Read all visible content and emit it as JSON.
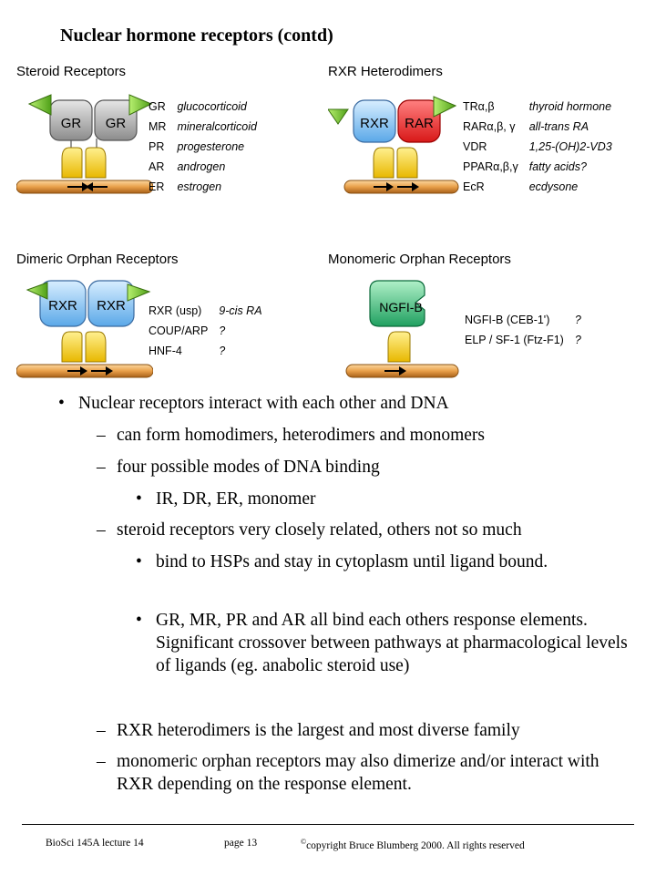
{
  "slide_title": "Nuclear hormone receptors (contd)",
  "panels": {
    "steroid": {
      "title": "Steroid Receptors",
      "left_receptor": "GR",
      "right_receptor": "GR",
      "rows": [
        {
          "receptor": "GR",
          "ligand": "glucocorticoid"
        },
        {
          "receptor": "MR",
          "ligand": "mineralcorticoid"
        },
        {
          "receptor": "PR",
          "ligand": "progesterone"
        },
        {
          "receptor": "AR",
          "ligand": "androgen"
        },
        {
          "receptor": "ER",
          "ligand": "estrogen"
        }
      ]
    },
    "rxr_hetero": {
      "title": "RXR Heterodimers",
      "left_receptor": "RXR",
      "right_receptor": "RAR",
      "rows": [
        {
          "receptor": "TRα,β",
          "ligand": "thyroid hormone"
        },
        {
          "receptor": "RARα,β, γ",
          "ligand": "all-trans RA"
        },
        {
          "receptor": "VDR",
          "ligand": "1,25-(OH)2-VD3"
        },
        {
          "receptor": "PPARα,β,γ",
          "ligand": "fatty acids?"
        },
        {
          "receptor": "EcR",
          "ligand": "ecdysone"
        }
      ]
    },
    "dimeric_orphan": {
      "title": "Dimeric Orphan Receptors",
      "left_receptor": "RXR",
      "right_receptor": "RXR",
      "rows": [
        {
          "receptor": "RXR  (usp)",
          "ligand": "9-cis RA"
        },
        {
          "receptor": "COUP/ARP",
          "ligand": "?"
        },
        {
          "receptor": "HNF-4",
          "ligand": "?"
        }
      ]
    },
    "monomeric_orphan": {
      "title": "Monomeric Orphan Receptors",
      "receptor": "NGFI-B",
      "rows": [
        {
          "receptor": "NGFI-B  (CEB-1')",
          "ligand": "?"
        },
        {
          "receptor": "ELP / SF-1  (Ftz-F1)",
          "ligand": "?"
        }
      ]
    }
  },
  "bullets": [
    {
      "marker": "•",
      "text": "Nuclear receptors interact with each other and DNA"
    },
    {
      "marker": "–",
      "text": "can form homodimers, heterodimers and monomers"
    },
    {
      "marker": "–",
      "text": "four possible modes of DNA binding"
    },
    {
      "marker": "•",
      "text": "IR, DR, ER, monomer"
    },
    {
      "marker": "–",
      "text": "steroid receptors very closely related, others not so much"
    },
    {
      "marker": "•",
      "text": "bind to HSPs and stay in cytoplasm until ligand bound."
    },
    {
      "marker": "•",
      "text": "GR, MR, PR and AR all bind each others response elements. Significant crossover between pathways at pharmacological levels of ligands (eg. anabolic steroid use)"
    },
    {
      "marker": "–",
      "text": "RXR heterodimers is the largest and most diverse family"
    },
    {
      "marker": "–",
      "text": "monomeric orphan receptors may also dimerize and/or interact with RXR depending on the response element."
    }
  ],
  "footer": {
    "course": "BioSci 145A lecture 14",
    "page": "page 13",
    "copyright_symbol": "©",
    "copyright": "copyright Bruce Blumberg 2000. All rights reserved"
  },
  "colors": {
    "gray_receptor": "#a8a8a8",
    "blue_receptor": "#8ec4f0",
    "red_receptor": "#ee3030",
    "green_receptor": "#30b070",
    "dbd_yellow": "#f3c81a",
    "dna_orange": "#e9a04a",
    "ligand_green": "#6cc02a"
  }
}
